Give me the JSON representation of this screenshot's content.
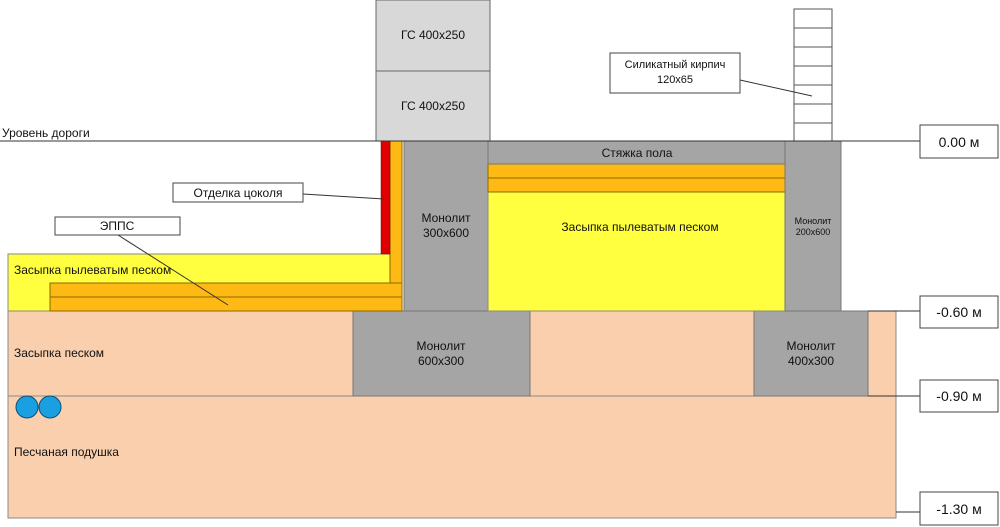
{
  "colors": {
    "sand": "#f9cfad",
    "concrete": "#a5a5a5",
    "yellow_fill": "#ffff40",
    "insulation": "#ffb914",
    "finish": "#e00000",
    "pipes": "#1aa0e0"
  },
  "labels": {
    "road_level": "Уровень дороги",
    "gs_top": "ГС 400х250",
    "gs_bottom": "ГС 400х250",
    "silicate_brick_line1": "Силикатный кирпич",
    "silicate_brick_line2": "120х65",
    "plinth_finish": "Отделка цоколя",
    "epps": "ЭППС",
    "floor_screed": "Стяжка пола",
    "backfill_dust_sand_left": "Засыпка пылеватым песком",
    "backfill_dust_sand_right": "Засыпка пылеватым песком",
    "monolith_wall_line1": "Монолит",
    "monolith_wall_line2": "300х600",
    "monolith_inner_line1": "Монолит",
    "monolith_inner_line2": "200х600",
    "backfill_sand": "Засыпка песком",
    "footing_left_line1": "Монолит",
    "footing_left_line2": "600х300",
    "footing_right_line1": "Монолит",
    "footing_right_line2": "400х300",
    "sand_cushion": "Песчаная подушка"
  },
  "levels": {
    "zero": "0.00 м",
    "minus_060": "-0.60 м",
    "minus_090": "-0.90 м",
    "minus_130": "-1.30 м"
  }
}
